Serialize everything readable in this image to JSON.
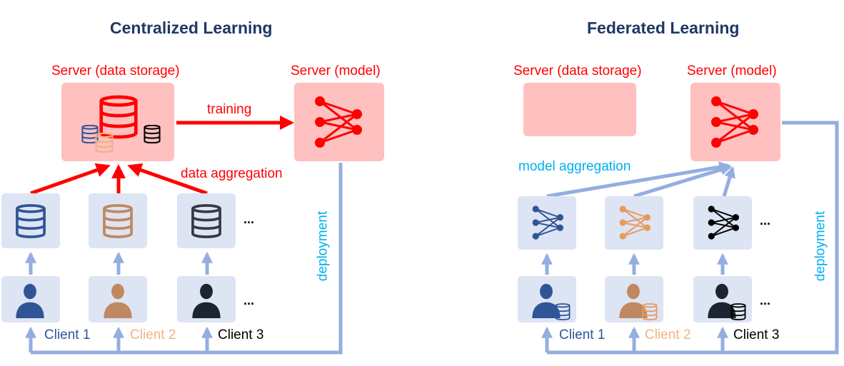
{
  "colors": {
    "title": "#1f3864",
    "server_box": "#ffc0c0",
    "client_box": "#dde4f3",
    "red": "#ff0000",
    "arrow_blue": "#94aee0",
    "cyan_label": "#00b0f0",
    "client1": "#2f5597",
    "client2": "#f4b183",
    "client3": "#000000"
  },
  "centralized": {
    "title": "Centralized Learning",
    "storage_label": "Server (data storage)",
    "model_label": "Server (model)",
    "training_label": "training",
    "aggregation_label": "data aggregation",
    "deployment_label": "deployment",
    "ellipsis": "...",
    "clients": [
      "Client 1",
      "Client 2",
      "Client 3"
    ]
  },
  "federated": {
    "title": "Federated Learning",
    "storage_label": "Server (data storage)",
    "model_label": "Server (model)",
    "aggregation_label": "model aggregation",
    "deployment_label": "deployment",
    "ellipsis": "...",
    "clients": [
      "Client 1",
      "Client 2",
      "Client 3"
    ]
  },
  "icons": {
    "database": "database-icon",
    "network": "neural-network-icon",
    "user": "user-icon"
  }
}
